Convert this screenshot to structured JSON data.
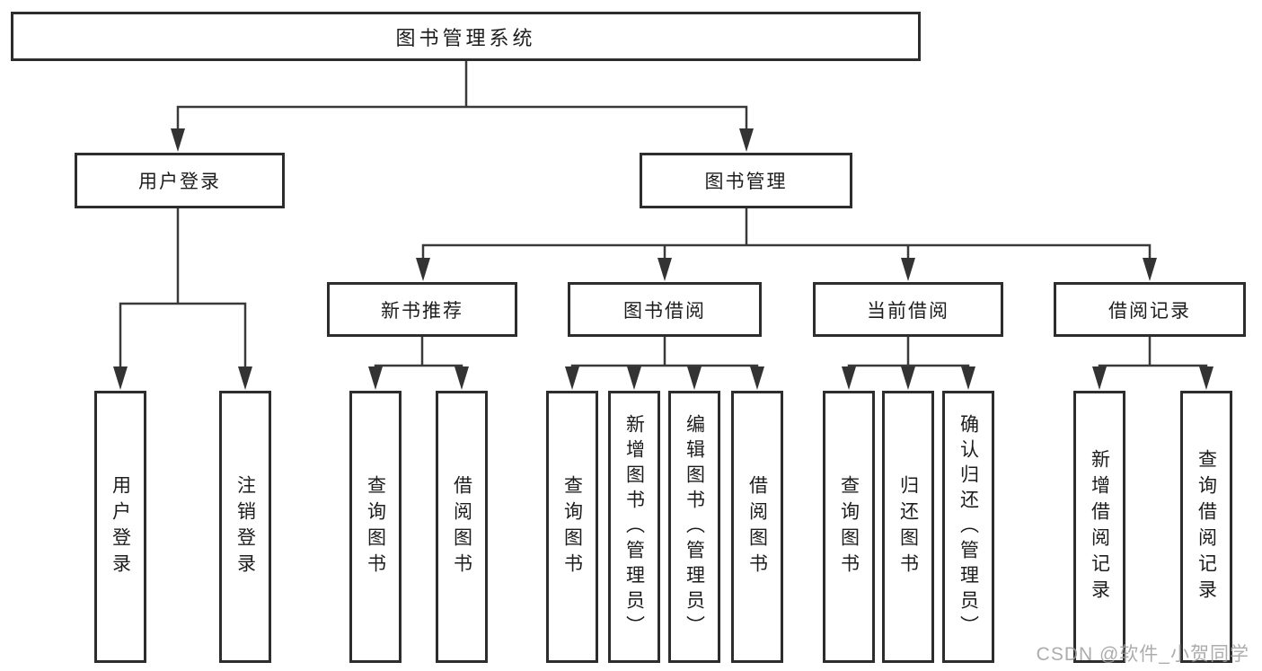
{
  "diagram": {
    "title": "图书管理系统",
    "colors": {
      "background": "#ffffff",
      "line": "#3a3a3a",
      "box_border": "#2d2d2d",
      "text": "#1d1d1d",
      "watermark": "#9e9e9e"
    },
    "root": {
      "label": "图书管理系统"
    },
    "level1": [
      {
        "label": "用户登录"
      },
      {
        "label": "图书管理"
      }
    ],
    "level2": [
      {
        "label": "新书推荐",
        "parent": "图书管理"
      },
      {
        "label": "图书借阅",
        "parent": "图书管理"
      },
      {
        "label": "当前借阅",
        "parent": "图书管理"
      },
      {
        "label": "借阅记录",
        "parent": "图书管理"
      }
    ],
    "leaves": [
      {
        "label": "用户登录",
        "parent": "用户登录"
      },
      {
        "label": "注销登录",
        "parent": "用户登录"
      },
      {
        "label": "查询图书",
        "parent": "新书推荐"
      },
      {
        "label": "借阅图书",
        "parent": "新书推荐"
      },
      {
        "label": "查询图书",
        "parent": "图书借阅"
      },
      {
        "label": "新增图书（管理员）",
        "parent": "图书借阅"
      },
      {
        "label": "编辑图书（管理员）",
        "parent": "图书借阅"
      },
      {
        "label": "借阅图书",
        "parent": "图书借阅"
      },
      {
        "label": "查询图书",
        "parent": "当前借阅"
      },
      {
        "label": "归还图书",
        "parent": "当前借阅"
      },
      {
        "label": "确认归还（管理员）",
        "parent": "当前借阅"
      },
      {
        "label": "新增借阅记录",
        "parent": "借阅记录"
      },
      {
        "label": "查询借阅记录",
        "parent": "借阅记录"
      }
    ],
    "watermark": {
      "text": "CSDN @软件_小贺同学"
    }
  }
}
